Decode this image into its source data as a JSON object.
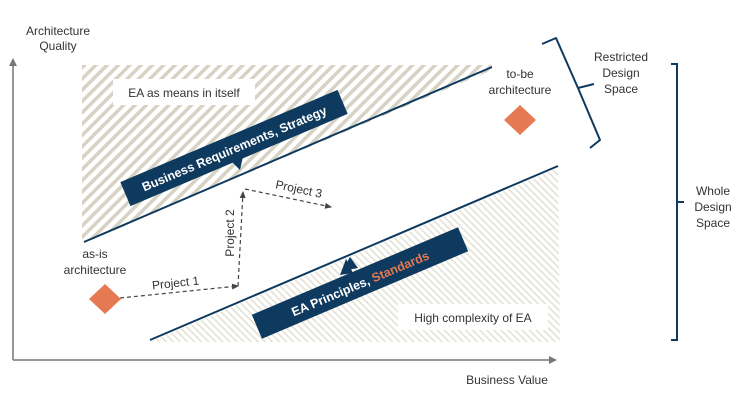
{
  "colors": {
    "navy": "#0f3a5f",
    "orange": "#e57a52",
    "hatch": "#d6d2c4",
    "axis": "#777777",
    "text": "#333333"
  },
  "axes": {
    "y_label_line1": "Architecture",
    "y_label_line2": "Quality",
    "x_label": "Business Value"
  },
  "regions": {
    "upper_label": "EA as means in itself",
    "lower_label": "High complexity of EA"
  },
  "bands": {
    "upper": {
      "text": "Business Requirements, Strategy"
    },
    "lower": {
      "text_white": "EA Principles, ",
      "text_orange": "Standards"
    }
  },
  "points": {
    "as_is_line1": "as-is",
    "as_is_line2": "architecture",
    "to_be_line1": "to-be",
    "to_be_line2": "architecture"
  },
  "projects": [
    "Project 1",
    "Project 2",
    "Project 3"
  ],
  "braces": {
    "restricted": [
      "Restricted",
      "Design",
      "Space"
    ],
    "whole": [
      "Whole",
      "Design",
      "Space"
    ]
  }
}
